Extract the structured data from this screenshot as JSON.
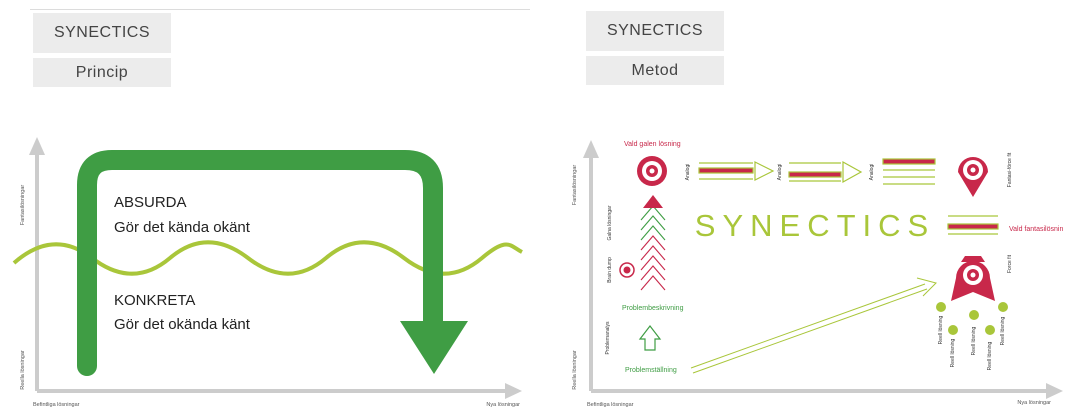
{
  "colors": {
    "green_dark": "#3f9d44",
    "green_light": "#a9c63a",
    "red": "#c8284a",
    "axis": "#cccccc",
    "text": "#222222"
  },
  "principle": {
    "title": "SYNECTICS",
    "subtitle": "Princip",
    "absurd_heading": "ABSURDA",
    "absurd_text": "Gör det kända okänt",
    "concrete_heading": "KONKRETA",
    "concrete_text": "Gör det okända känt",
    "y_axis_top": "Fantasilösningar",
    "y_axis_bottom": "Reella lösningar",
    "x_axis_left": "Befintliga lösningar",
    "x_axis_right": "Nya lösningar"
  },
  "method": {
    "title": "SYNECTICS",
    "subtitle": "Metod",
    "watermark": "SYNECTICS",
    "chosen_crazy": "Vald galen lösning",
    "chosen_fantasy": "Vald fantasilösnin",
    "problem_description": "Problembeskrivning",
    "problem_statement": "Problemställning",
    "analogy_labels": [
      "Analogi",
      "Analogi",
      "Analogi"
    ],
    "fantasy_fit": "Fantasi-förce fit",
    "force_fit": "Force fit",
    "brain_dump": "Brain dump",
    "crazy_solutions": "Galna lösningar",
    "problem_analysis": "Problemanalys",
    "real_solutions": [
      "Reell lösning",
      "Reell lösning",
      "Reell lösning",
      "Reell lösning",
      "Reell lösning"
    ],
    "y_axis_top": "Fantasilösningar",
    "y_axis_bottom": "Reella lösningar",
    "x_axis_left": "Befintliga lösningar",
    "x_axis_right": "Nya lösningar"
  }
}
